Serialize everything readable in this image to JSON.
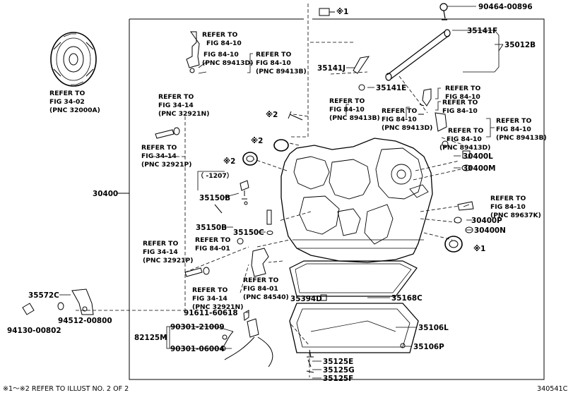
{
  "diagram_id": "340541C",
  "footnote": "※1～※2 REFER TO ILLUST NO. 2 OF 2",
  "part_numbers": {
    "p30400": "30400",
    "p35012B": "35012B",
    "p35141F": "35141F",
    "p90464": "90464-00896",
    "p35141J": "35141J",
    "p35141E": "35141E",
    "p30400L": "30400L",
    "p30400M": "30400M",
    "p30400P": "30400P",
    "p30400N": "30400N",
    "p35150B_top": "35150B",
    "p35150B": "35150B",
    "p35150C": "35150C",
    "p35572C": "35572C",
    "p94130": "94130-00802",
    "p94512": "94512-00800",
    "p35394D": "35394D",
    "p35168C": "35168C",
    "p35106L": "35106L",
    "p35106P": "35106P",
    "p35125E": "35125E",
    "p35125G": "35125G",
    "p35125F": "35125F",
    "p91611": "91611-60618",
    "p82125M": "82125M",
    "p90301_21009": "90301-21009",
    "p90301_06004": "90301-06004"
  },
  "markers": {
    "star1_top": "※1",
    "star2_a": "※2",
    "star2_b": "※2",
    "star2_c": "※2",
    "star1_right": "※1"
  },
  "date_range": "（ -1207）",
  "refers": {
    "r_converter": [
      "REFER TO",
      "FIG 34-02",
      "(PNC 32000A)"
    ],
    "r_sensor_top": [
      "REFER TO",
      "FIG 84-10"
    ],
    "r_sensor_top2": [
      "REFER TO",
      "FIG 84-10",
      "(PNC 89413B)"
    ],
    "r_sensor_top3": [
      "FIG 84-10",
      "(PNC 89413D)"
    ],
    "r_cooler_a": [
      "REFER TO",
      "FIG 34-14",
      "(PNC 32921N)"
    ],
    "r_cooler_b": [
      "REFER TO",
      "FIG 34-14",
      "(PNC 32921P)"
    ],
    "r_mid_a": [
      "REFER TO",
      "FIG 84-10",
      "(PNC 89413B)"
    ],
    "r_mid_b": [
      "REFER TO",
      "FIG 84-10",
      "(PNC 89413D)"
    ],
    "r_right_a": [
      "REFER TO",
      "FIG 84-10"
    ],
    "r_right_b": [
      "REFER TO",
      "FIG 84-10"
    ],
    "r_right_c": [
      "REFER TO",
      "FIG 84-10",
      "(PNC 89413B)"
    ],
    "r_right_d": [
      "REFER TO",
      "FIG 84-10",
      "(PNC 89413D)"
    ],
    "r_right_e": [
      "REFER TO",
      "FIG 84-10",
      "(PNC 89637K)"
    ],
    "r_low_a": [
      "REFER TO",
      "FIG 34-14",
      "(PNC 32921P)"
    ],
    "r_low_b": [
      "REFER TO",
      "FIG 84-01"
    ],
    "r_low_c": [
      "REFER TO",
      "FIG 34-14",
      "(PNC 32921N)"
    ],
    "r_low_d": [
      "REFER TO",
      "FIG 84-01",
      "(PNC 84540)"
    ]
  }
}
